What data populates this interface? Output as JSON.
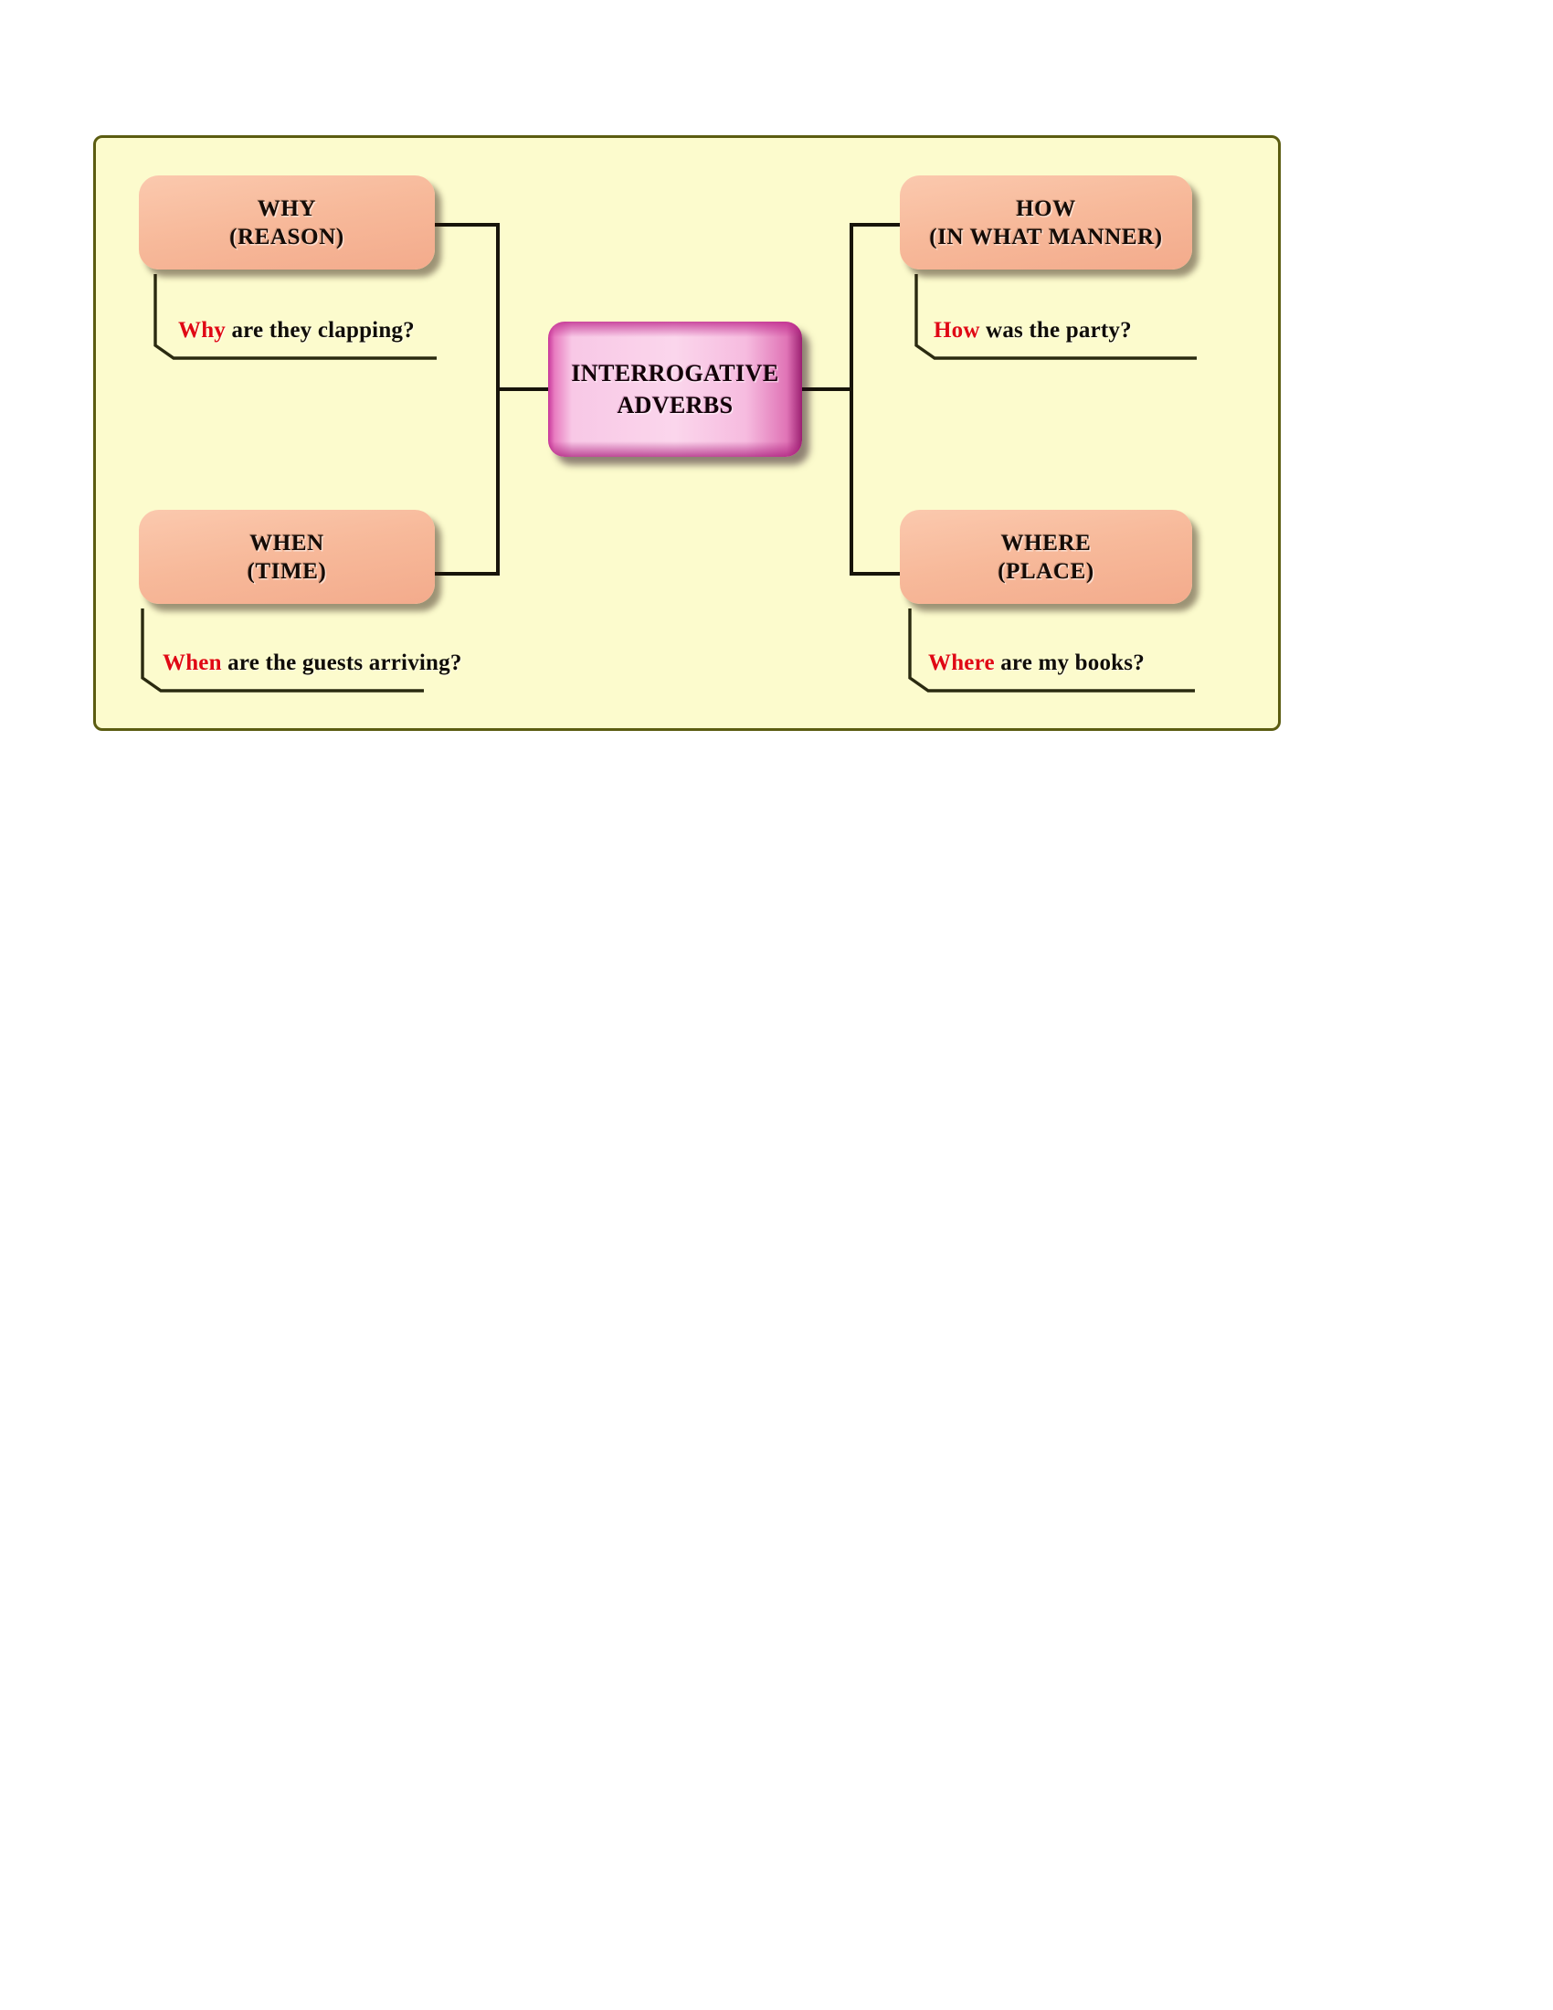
{
  "diagram": {
    "title": "Interrogative Adverbs mind map",
    "colors": {
      "panel_background": "#fcfbcd",
      "panel_border": "#5b5c11",
      "branch_fill": "#f7b99a",
      "center_fill": "#fbd6ec",
      "center_edge": "#c8369a",
      "keyword_red": "#e00914",
      "text_black": "#100d08"
    },
    "center": {
      "line1": "INTERROGATIVE",
      "line2": "ADVERBS"
    },
    "branches": [
      {
        "id": "why",
        "word": "WHY",
        "meaning": "(REASON)",
        "position": "top-left",
        "example": {
          "keyword": "Why",
          "rest": " are they clapping?",
          "full": "Why are they clapping?"
        }
      },
      {
        "id": "how",
        "word": "HOW",
        "meaning": "(IN WHAT MANNER)",
        "position": "top-right",
        "example": {
          "keyword": "How",
          "rest": " was the party?",
          "full": "How was the party?"
        }
      },
      {
        "id": "when",
        "word": "WHEN",
        "meaning": "(TIME)",
        "position": "bottom-left",
        "example": {
          "keyword": "When",
          "rest": " are the guests arriving?",
          "full": "When are the guests arriving?"
        }
      },
      {
        "id": "where",
        "word": "WHERE",
        "meaning": "(PLACE)",
        "position": "bottom-right",
        "example": {
          "keyword": "Where",
          "rest": " are my books?",
          "full": "Where are my books?"
        }
      }
    ]
  }
}
